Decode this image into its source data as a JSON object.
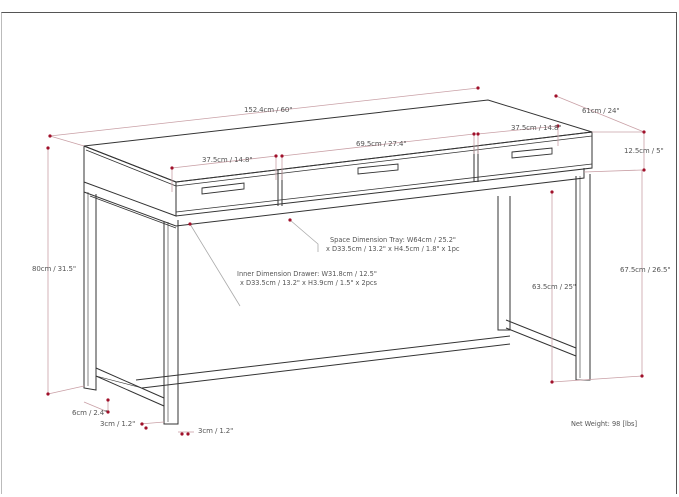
{
  "diagram": {
    "subject": "Writing desk with three drawers and metal frame legs",
    "dimensions": {
      "width": "152.4cm / 60\"",
      "depth": "61cm / 24\"",
      "top_thickness": "12.5cm / 5\"",
      "height_total": "80cm / 31.5\"",
      "height_right": "67.5cm / 26.5\"",
      "clearance_under": "63.5cm / 25\"",
      "drawer_left": "37.5cm / 14.8\"",
      "drawer_center": "69.5cm / 27.4\"",
      "drawer_right": "37.5cm / 14.8\"",
      "foot_height": "6cm / 2.4\"",
      "leg_depth": "3cm / 1.2\"",
      "leg_width": "3cm / 1.2\""
    },
    "notes": {
      "tray_line1": "Space Dimension Tray: W64cm / 25.2\"",
      "tray_line2": "x D33.5cm / 13.2\" x H4.5cm / 1.8\" x 1pc",
      "drawer_line1": "Inner Dimension Drawer: W31.8cm / 12.5\"",
      "drawer_line2": "x D33.5cm / 13.2\" x H3.9cm / 1.5\" x 2pcs"
    },
    "net_weight": "Net Weight:  98 [lbs]",
    "colors": {
      "line": "#333333",
      "dimension_line": "#c9a0a6",
      "dimension_dot": "#a0102a",
      "text": "#555555"
    }
  }
}
